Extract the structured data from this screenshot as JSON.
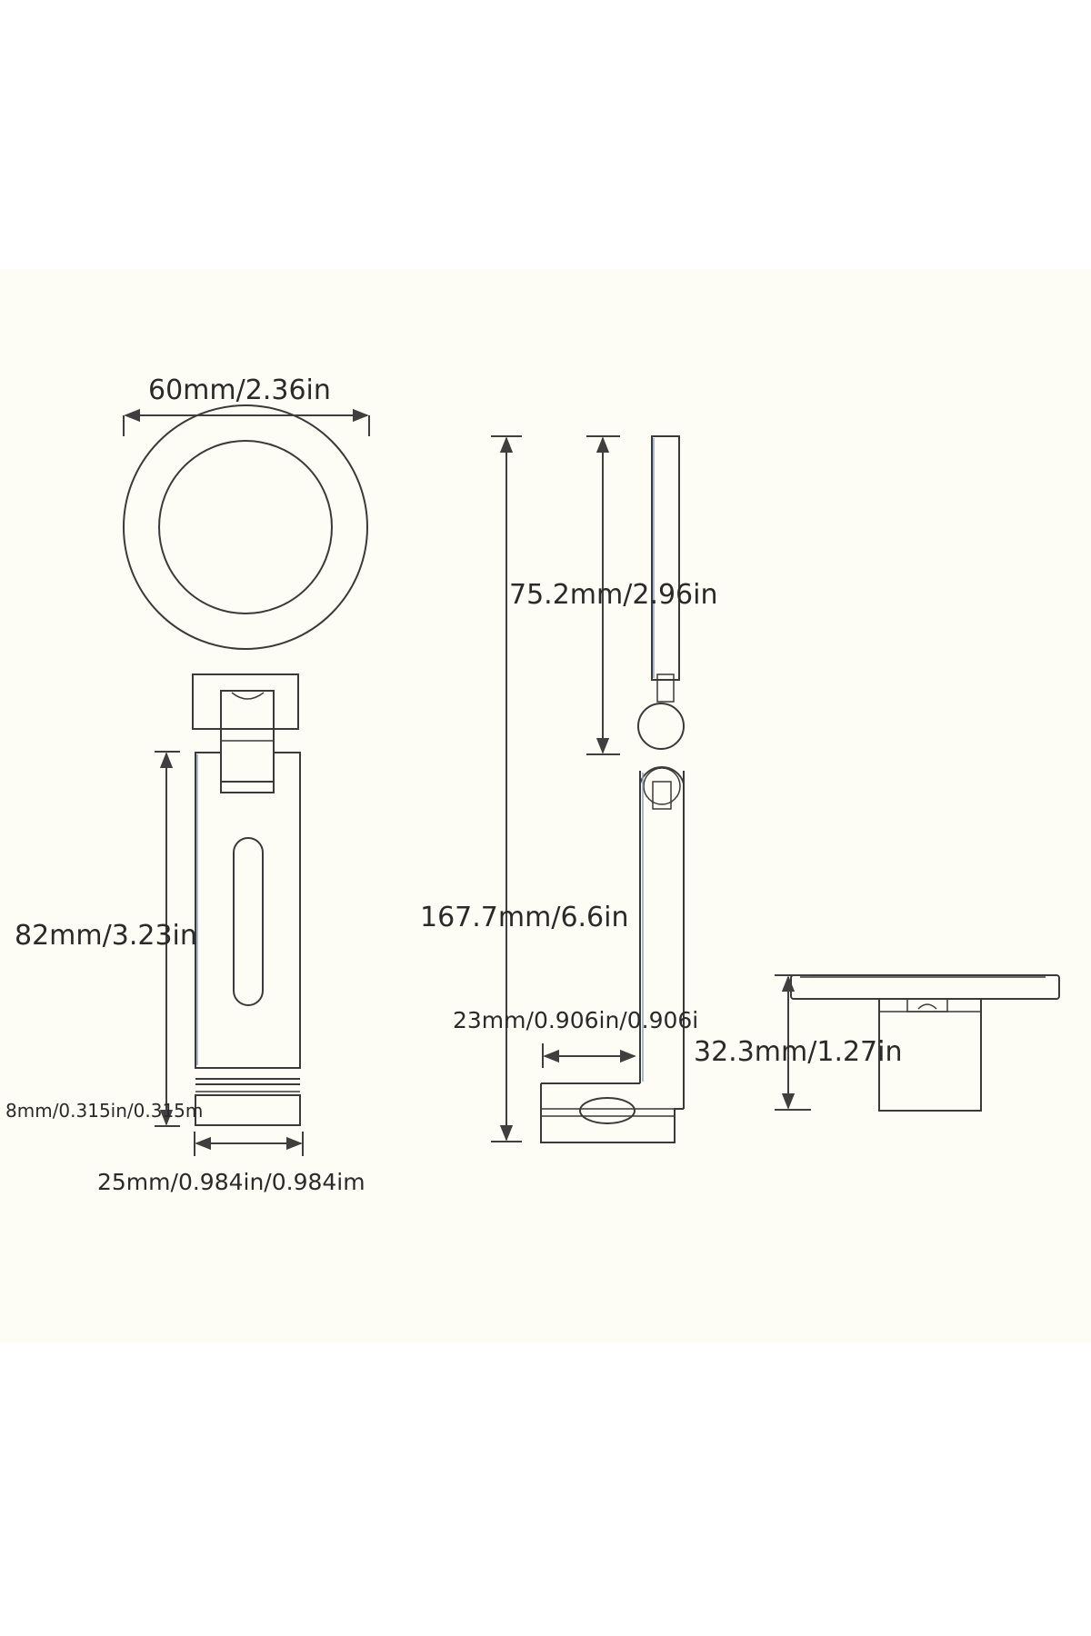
{
  "labels": {
    "head_width": "60mm/2.36in",
    "handle_length": "82mm/3.23in",
    "neck_gap": "8mm/0.315in/0.315m",
    "base_width": "25mm/0.984in/0.984im",
    "upper_segment": "75.2mm/2.96in",
    "total_height": "167.7mm/6.6in",
    "foot_depth": "23mm/0.906in/0.906i",
    "top_view_height": "32.3mm/1.27in"
  },
  "colors": {
    "background": "#ffffff",
    "panel": "#fefdf5",
    "line": "#3a3a3a",
    "accent_line": "#8fa3c8",
    "text": "#2a2a2a"
  }
}
